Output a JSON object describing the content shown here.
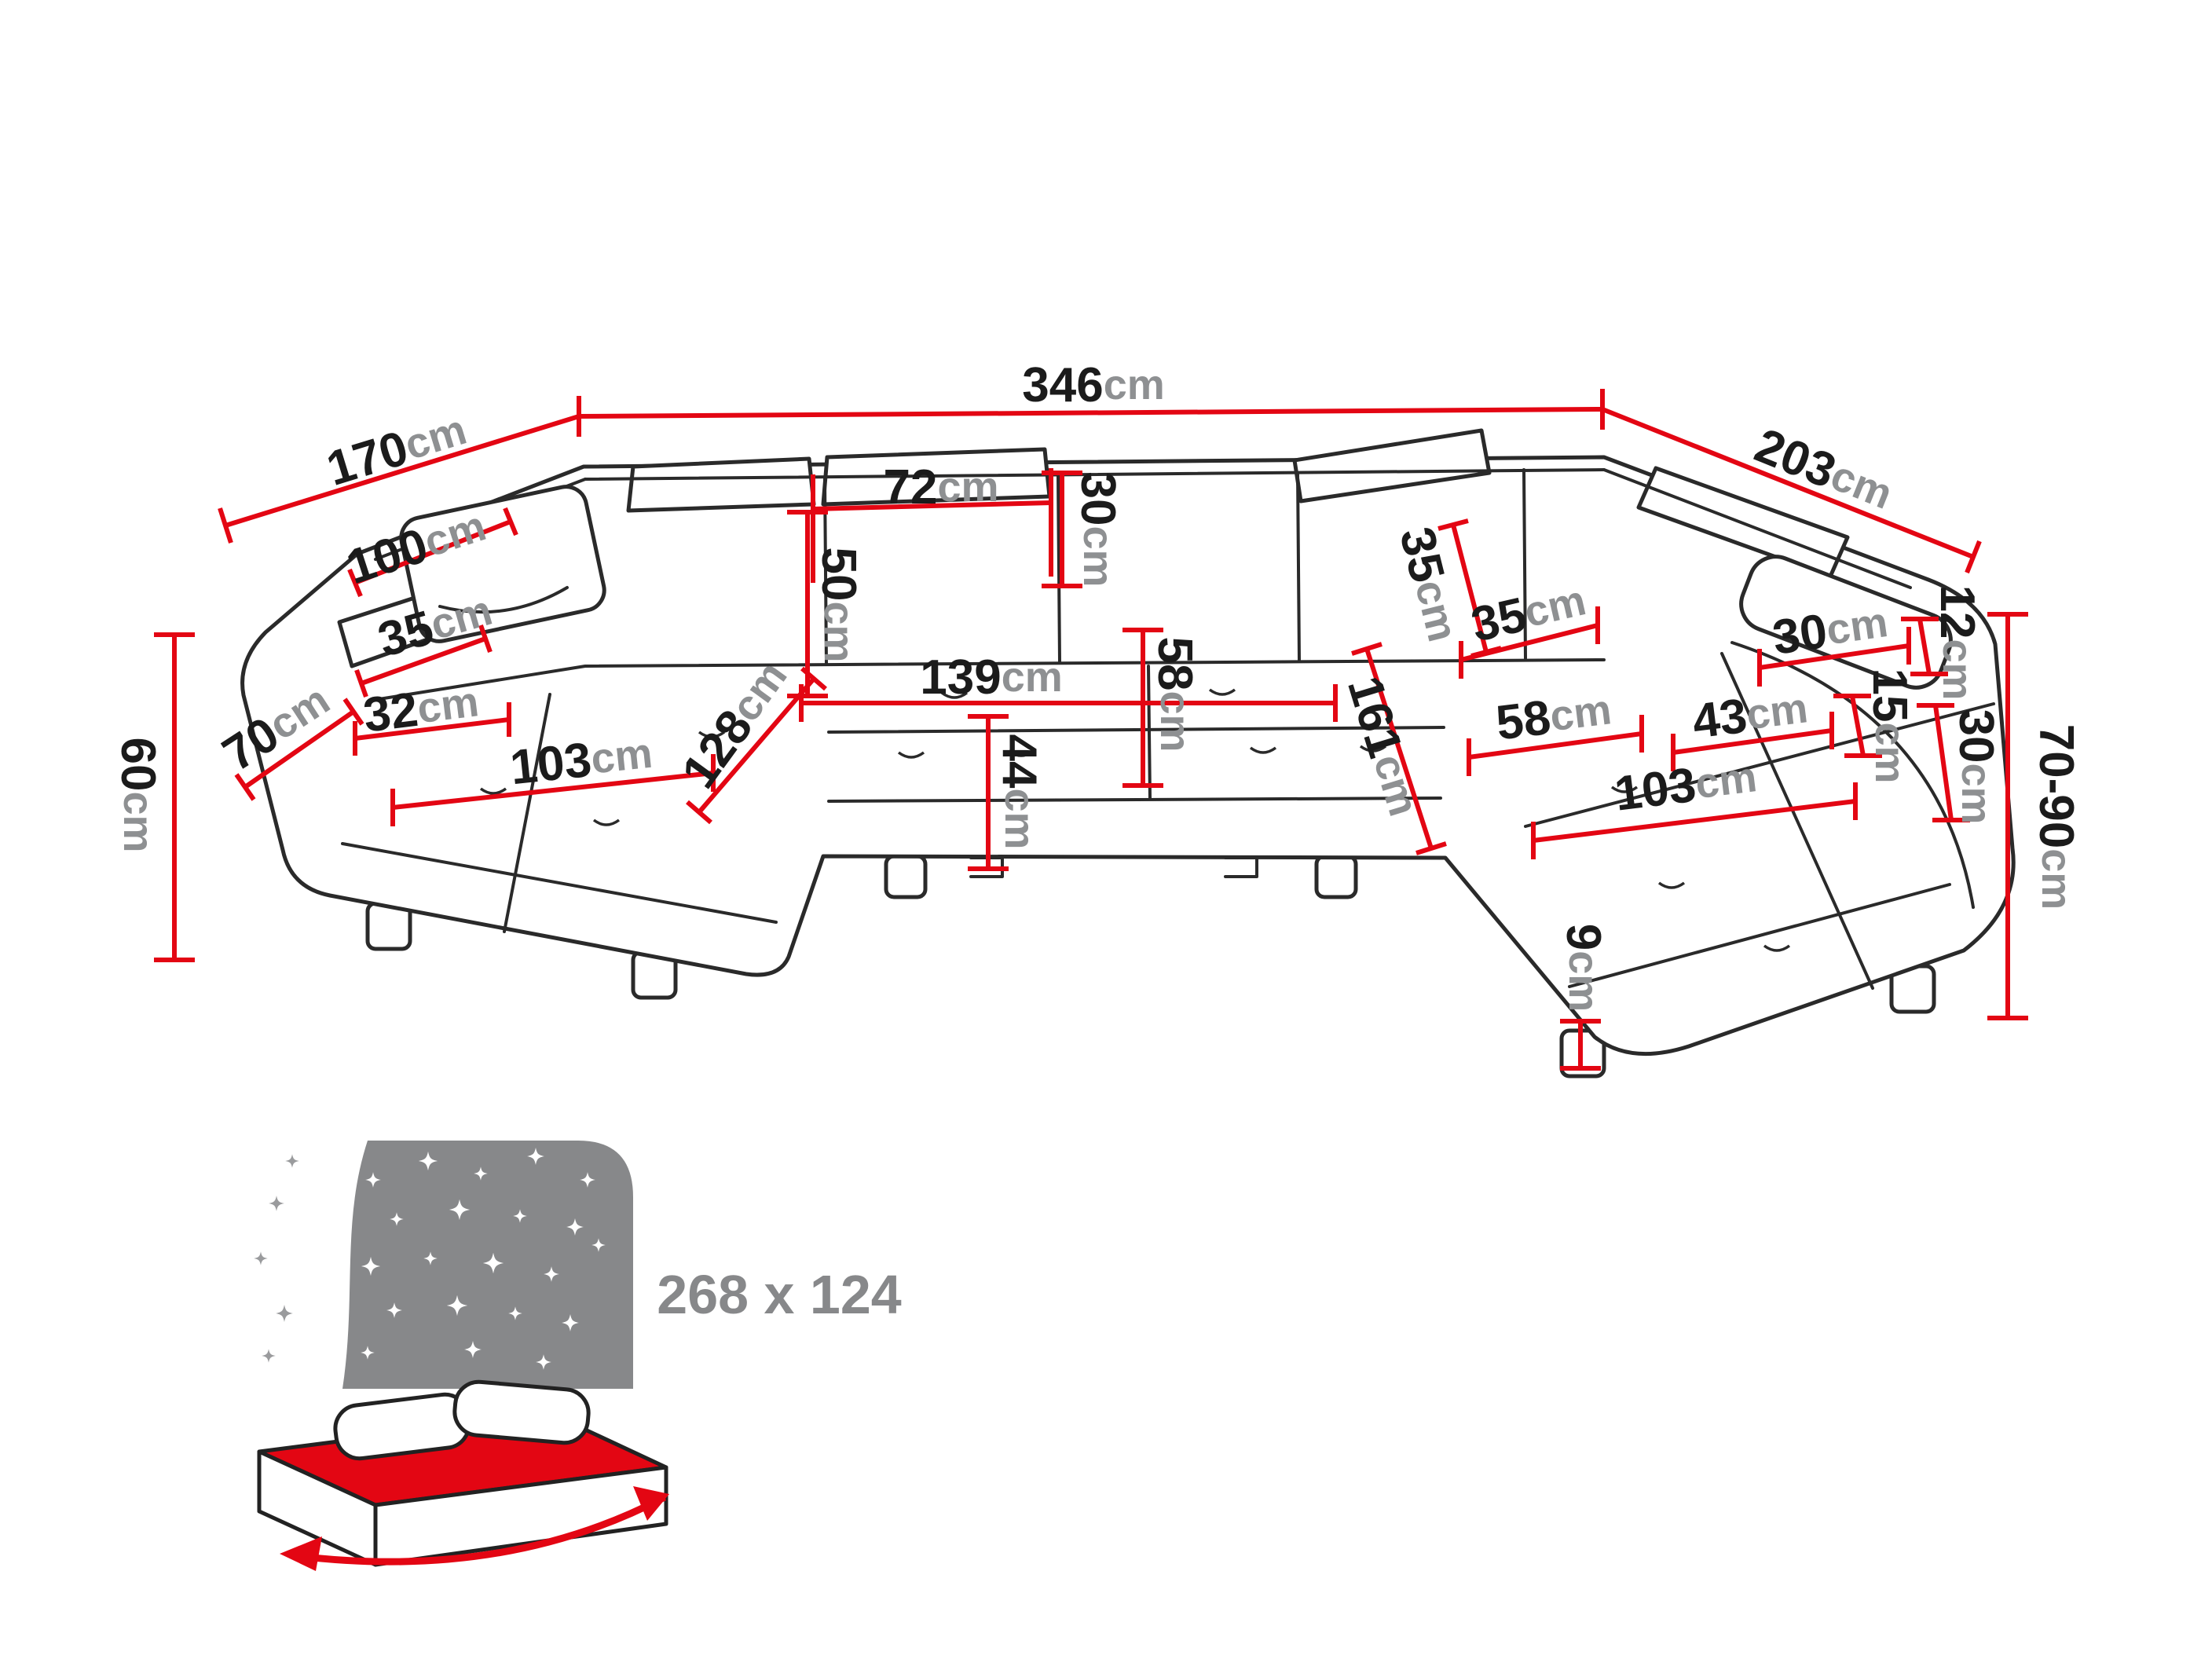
{
  "diagram": {
    "title": "corner-sofa-dimension-diagram",
    "colors": {
      "dimension_red": "#e30613",
      "number_dark": "#1b1b1b",
      "unit_gray": "#8e9092",
      "icon_gray": "#87888a"
    },
    "icons": {
      "sleeping_function": "sleeping-function-bed-icon"
    },
    "dimensions": {
      "overall_width": {
        "value": "346",
        "unit": "cm"
      },
      "left_depth": {
        "value": "170",
        "unit": "cm"
      },
      "right_depth": {
        "value": "203",
        "unit": "cm"
      },
      "left_back_width": {
        "value": "100",
        "unit": "cm"
      },
      "left_armrest": {
        "value": "35",
        "unit": "cm"
      },
      "headrest_width": {
        "value": "72",
        "unit": "cm"
      },
      "headrest_height": {
        "value": "30",
        "unit": "cm"
      },
      "backrest_height": {
        "value": "50",
        "unit": "cm"
      },
      "center_width": {
        "value": "139",
        "unit": "cm"
      },
      "seat_depth": {
        "value": "58",
        "unit": "cm"
      },
      "left_arm_top": {
        "value": "32",
        "unit": "cm"
      },
      "left_side": {
        "value": "70",
        "unit": "cm"
      },
      "left_chaise_width": {
        "value": "103",
        "unit": "cm"
      },
      "left_chaise_depth": {
        "value": "128",
        "unit": "cm"
      },
      "backrest_side_height": {
        "value": "60",
        "unit": "cm"
      },
      "seat_height": {
        "value": "44",
        "unit": "cm"
      },
      "right_headrest_side": {
        "value": "35",
        "unit": "cm"
      },
      "right_headrest_width": {
        "value": "35",
        "unit": "cm"
      },
      "right_chaise_length": {
        "value": "161",
        "unit": "cm"
      },
      "right_seat_depth": {
        "value": "58",
        "unit": "cm"
      },
      "right_arm_inner": {
        "value": "43",
        "unit": "cm"
      },
      "right_arm_top": {
        "value": "30",
        "unit": "cm"
      },
      "right_arm_a": {
        "value": "12",
        "unit": "cm"
      },
      "right_arm_b": {
        "value": "15",
        "unit": "cm"
      },
      "right_arm_c": {
        "value": "30",
        "unit": "cm"
      },
      "right_chaise_width": {
        "value": "103",
        "unit": "cm"
      },
      "total_height": {
        "value": "70-90",
        "unit": "cm"
      },
      "leg_height": {
        "value": "9",
        "unit": "cm"
      }
    },
    "sleeping_area": {
      "size": "268 x 124"
    }
  }
}
